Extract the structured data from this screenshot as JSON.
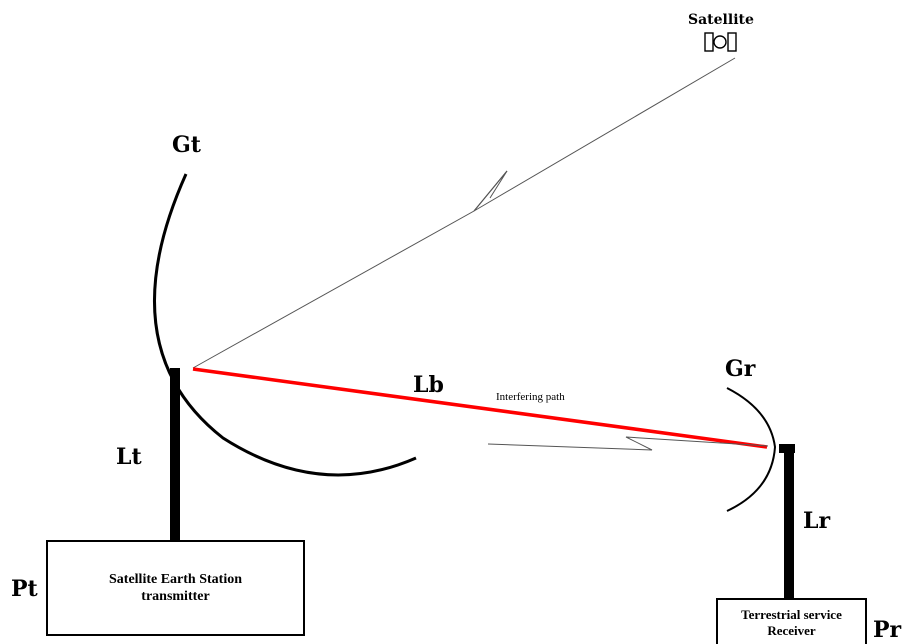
{
  "labels": {
    "satellite": "Satellite",
    "gt": "Gt",
    "lb": "Lb",
    "interfering_path": "Interfering path",
    "gr": "Gr",
    "lt": "Lt",
    "lr": "Lr",
    "pt": "Pt",
    "pr": "Pr"
  },
  "boxes": {
    "transmitter": {
      "line1": "Satellite Earth Station",
      "line2": "transmitter"
    },
    "receiver": {
      "line1": "Terrestrial service",
      "line2": "Receiver"
    }
  },
  "colors": {
    "interfering_path": "#ff0000",
    "lines": "#000000",
    "satellite_link": "#555555"
  }
}
